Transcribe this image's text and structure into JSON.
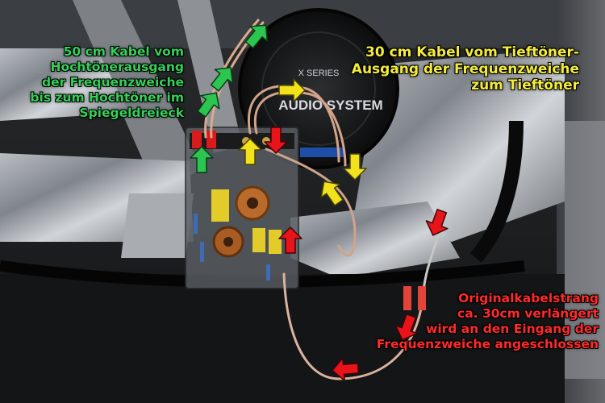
{
  "scene": {
    "speaker_brand": "AUDIO SYSTEM",
    "speaker_series": "X SERIES",
    "colors": {
      "green_arrow": "#2bc54f",
      "yellow_arrow": "#f2e21c",
      "red_arrow": "#e8141a"
    }
  },
  "captions": {
    "tweeter_cable": {
      "lines": [
        "50 cm Kabel vom",
        "Hochtönerausgang",
        "der Frequenzweiche",
        "bis zum Hochtöner im",
        "Spiegeldreieck"
      ]
    },
    "woofer_cable": {
      "lines": [
        "30 cm Kabel vom Tieftöner-",
        "Ausgang der Frequenzweiche",
        "zum Tieftöner"
      ]
    },
    "harness": {
      "lines": [
        "Originalkabelstrang",
        "ca. 30cm verlängert",
        "wird an den Eingang der",
        "Frequenzweiche angeschlossen"
      ]
    }
  }
}
